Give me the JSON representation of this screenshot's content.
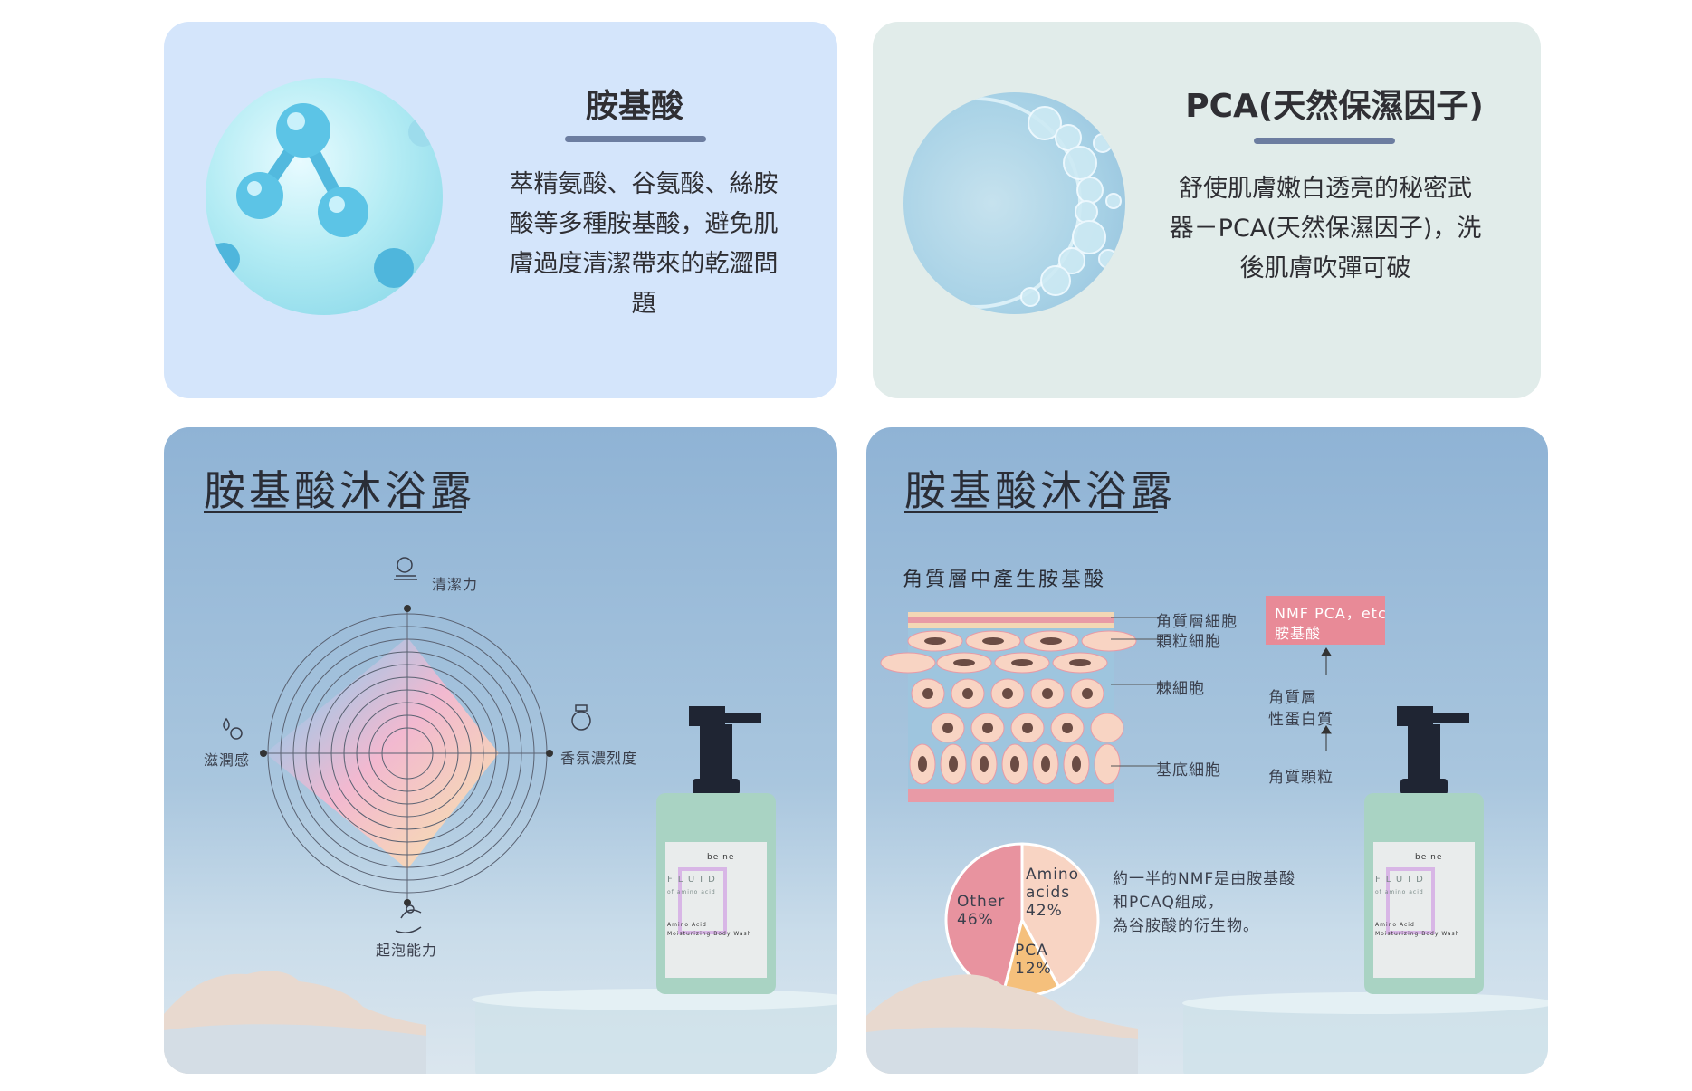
{
  "card_amino": {
    "title": "胺基酸",
    "lines": [
      "萃精氨酸、谷氨酸、絲胺",
      "酸等多種胺基酸，避免肌",
      "膚過度清潔帶來的乾澀問",
      "題"
    ]
  },
  "card_pca": {
    "title": "PCA(天然保濕因子)",
    "lines": [
      "舒使肌膚嫩白透亮的秘密武",
      "器－PCA(天然保濕因子)，洗",
      "後肌膚吹彈可破"
    ]
  },
  "radar_panel": {
    "title": "胺基酸沐浴露",
    "axis_top": "清潔力",
    "axis_right": "香氛濃烈度",
    "axis_bottom": "起泡能力",
    "axis_left": "滋潤感"
  },
  "skin_panel": {
    "title": "胺基酸沐浴露",
    "subtitle": "角質層中產生胺基酸",
    "layer_labels": [
      "角質層細胞",
      "顆粒細胞",
      "棘細胞",
      "基底細胞"
    ],
    "nmf_box": [
      "NMF PCA，etc",
      "胺基酸"
    ],
    "flow_mid": [
      "角質層",
      "性蛋白質"
    ],
    "flow_bottom": "角質顆粒",
    "note_lines": [
      "約一半的NMF是由胺基酸",
      "和PCAQ組成，",
      "為谷胺酸的衍生物。"
    ]
  },
  "product": {
    "brand": "be ne",
    "name": "FLUID",
    "sub": "of amino acid",
    "label1": "Amino Acid",
    "label2": "Moisturizing Body Wash"
  },
  "colors": {
    "card_blue": "#d4e5fb",
    "card_mint": "#e1ecea",
    "pie_other": "#e8939f",
    "pie_amino": "#f8d4c3",
    "pie_pca": "#f5c07c",
    "nmf_box": "#e88a97"
  },
  "chart_data": {
    "type": "pie",
    "slices": [
      {
        "label": "Other",
        "value": 46
      },
      {
        "label": "Amino acids",
        "value": 42
      },
      {
        "label": "PCA",
        "value": 12
      }
    ],
    "label_other": "Other",
    "pct_other": "46%",
    "label_amino_1": "Amino",
    "label_amino_2": "acids",
    "pct_amino": "42%",
    "label_pca": "PCA",
    "pct_pca": "12%"
  }
}
